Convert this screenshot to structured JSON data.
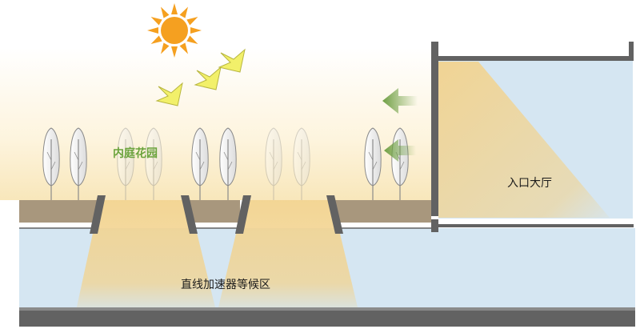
{
  "labels": {
    "garden": "内庭花园",
    "lobby": "入口大厅",
    "waiting": "直线加速器等候区"
  },
  "colors": {
    "structure": "#626262",
    "soil": "#a8977d",
    "light": "#f2d38f",
    "interior": "#d5e6f2",
    "garden_text": "#6aa33b",
    "sun": "#f5a020",
    "sun_arrow": "#f2f06a",
    "wind_arrow": "#7fad52",
    "text": "#1a1a1a"
  }
}
